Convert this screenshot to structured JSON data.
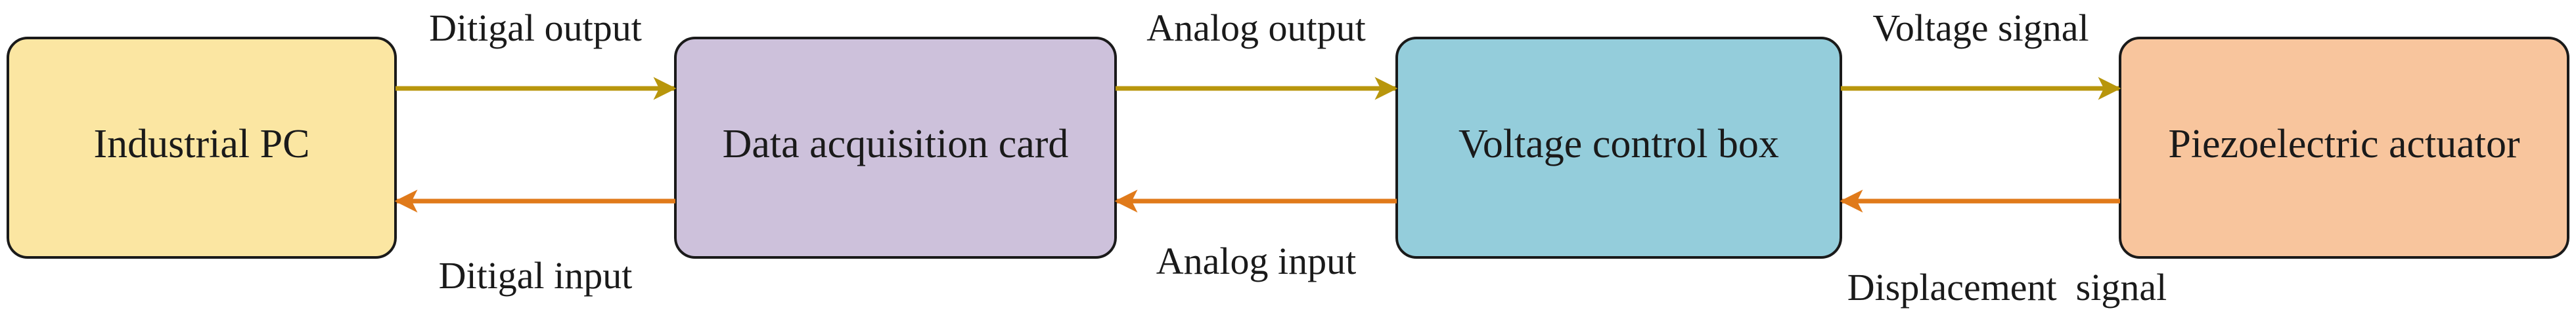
{
  "colors": {
    "forward_arrow": "#b8960c",
    "return_arrow": "#e07a1a",
    "outline": "#1a1a1a"
  },
  "nodes": [
    {
      "id": "industrial_pc",
      "label": "Industrial PC",
      "fill": "#fbe6a2"
    },
    {
      "id": "data_acquisition_card",
      "label": "Data acquisition card",
      "fill": "#cdc1db"
    },
    {
      "id": "voltage_control_box",
      "label": "Voltage control box",
      "fill": "#94cddb"
    },
    {
      "id": "piezoelectric_actuator",
      "label": "Piezoelectric actuator",
      "fill": "#f8c59d"
    }
  ],
  "forward_edges": [
    {
      "from": "industrial_pc",
      "to": "data_acquisition_card",
      "label": "Ditigal output"
    },
    {
      "from": "data_acquisition_card",
      "to": "voltage_control_box",
      "label": "Analog output"
    },
    {
      "from": "voltage_control_box",
      "to": "piezoelectric_actuator",
      "label": "Voltage signal"
    }
  ],
  "return_edges": [
    {
      "from": "data_acquisition_card",
      "to": "industrial_pc",
      "label": "Ditigal input"
    },
    {
      "from": "voltage_control_box",
      "to": "data_acquisition_card",
      "label": "Analog input"
    },
    {
      "from": "piezoelectric_actuator",
      "to": "voltage_control_box",
      "label": "Displacement  signal"
    }
  ]
}
